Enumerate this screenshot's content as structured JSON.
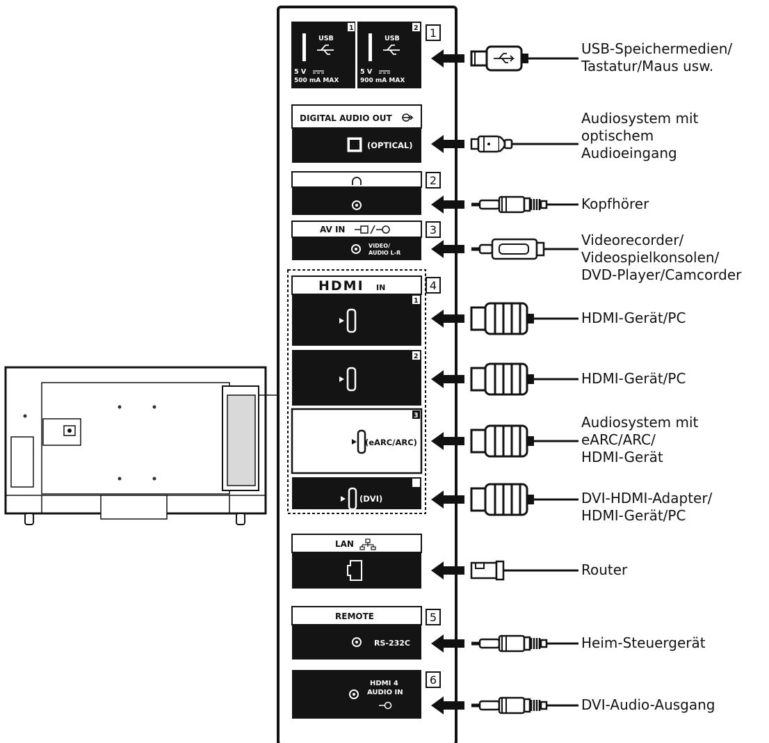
{
  "section_numbers": [
    "1",
    "2",
    "3",
    "4",
    "5",
    "6"
  ],
  "ports": {
    "usb1": {
      "name": "USB",
      "index": "1",
      "spec_v": "5 V",
      "spec_a": "500 mA MAX"
    },
    "usb2": {
      "name": "USB",
      "index": "2",
      "spec_v": "5 V",
      "spec_a": "900 mA MAX"
    },
    "digital_audio": {
      "title": "DIGITAL AUDIO OUT",
      "sub": "(OPTICAL)"
    },
    "av_in": {
      "title": "AV IN",
      "sub1": "VIDEO/",
      "sub2": "AUDIO L-R"
    },
    "hdmi": {
      "title": "HDMI",
      "title_suffix": "IN",
      "ports": [
        "1",
        "2",
        "3",
        "4"
      ],
      "port3_label": "(eARC/ARC)",
      "port4_label": "(DVI)"
    },
    "lan": {
      "title": "LAN"
    },
    "remote": {
      "title": "REMOTE",
      "sub": "RS-232C"
    },
    "hdmi_audio": {
      "line1": "HDMI 4",
      "line2": "AUDIO IN"
    }
  },
  "devices": [
    {
      "lines": [
        "USB-Speichermedien/",
        "Tastatur/Maus usw."
      ]
    },
    {
      "lines": [
        "Audiosystem mit",
        "optischem",
        "Audioeingang"
      ]
    },
    {
      "lines": [
        "Kopfhörer"
      ]
    },
    {
      "lines": [
        "Videorecorder/",
        "Videospielkonsolen/",
        "DVD-Player/Camcorder"
      ]
    },
    {
      "lines": [
        "HDMI-Gerät/PC"
      ]
    },
    {
      "lines": [
        "HDMI-Gerät/PC"
      ]
    },
    {
      "lines": [
        "Audiosystem mit",
        "eARC/ARC/",
        "HDMI-Gerät"
      ]
    },
    {
      "lines": [
        "DVI-HDMI-Adapter/",
        "HDMI-Gerät/PC"
      ]
    },
    {
      "lines": [
        "Router"
      ]
    },
    {
      "lines": [
        "Heim-Steuergerät"
      ]
    },
    {
      "lines": [
        "DVI-Audio-Ausgang"
      ]
    }
  ]
}
